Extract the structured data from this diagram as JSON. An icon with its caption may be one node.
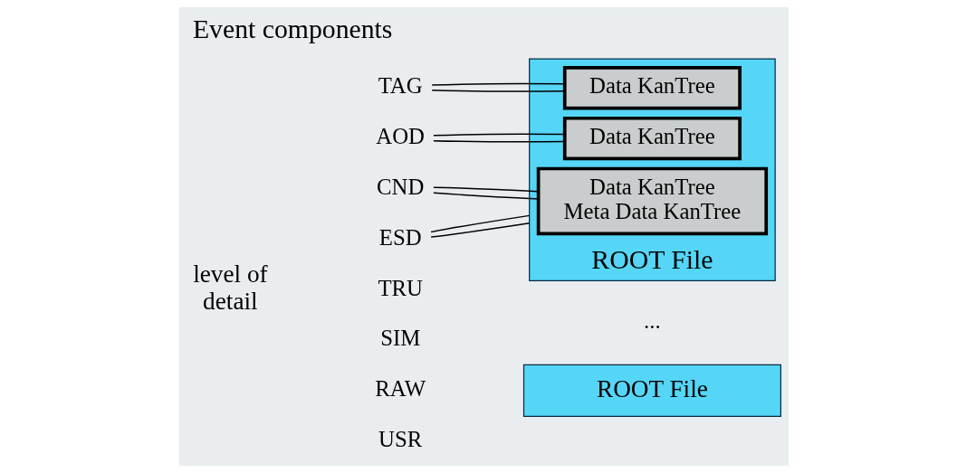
{
  "diagram": {
    "title": "Event components",
    "nodes": [
      {
        "text": [
          "TAG"
        ]
      },
      {
        "text": [
          "AOD"
        ]
      },
      {
        "text": [
          "CND"
        ]
      },
      {
        "text": [
          "ESD"
        ]
      },
      {
        "text": [
          "ROOT File"
        ]
      },
      {
        "text": [
          "Data KanTree"
        ],
        "in": 4
      },
      {
        "text": [
          "Data KanTree"
        ],
        "in": 4
      },
      {
        "text": [
          "Data KanTree",
          "Meta Data KanTree"
        ],
        "in": 4
      },
      {
        "text": [
          "ROOT File"
        ]
      }
    ],
    "edges": [
      {
        "from": 0,
        "to": 5,
        "arrow": "none"
      },
      {
        "from": 0,
        "to": 5,
        "arrow": "none"
      },
      {
        "from": 1,
        "to": 6,
        "arrow": "none"
      },
      {
        "from": 1,
        "to": 6,
        "arrow": "none"
      },
      {
        "from": 2,
        "to": 7,
        "arrow": "none"
      },
      {
        "from": 2,
        "to": 7,
        "arrow": "none"
      },
      {
        "from": 3,
        "to": 4,
        "arrow": "none"
      },
      {
        "from": 3,
        "to": 4,
        "arrow": "none"
      }
    ],
    "labels": [
      "level of detail",
      "TRU",
      "SIM",
      "RAW",
      "USR",
      "..."
    ]
  }
}
